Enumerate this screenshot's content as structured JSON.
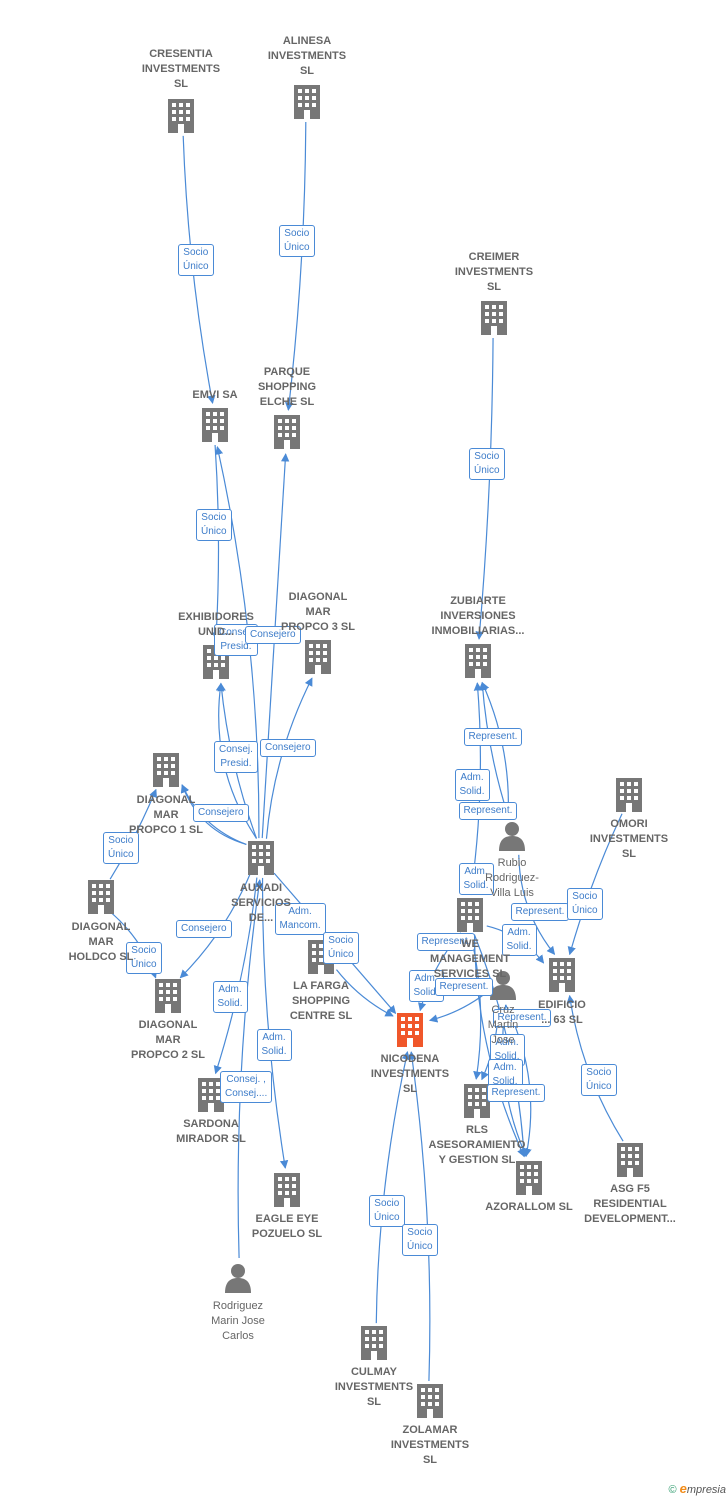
{
  "colors": {
    "edge": "#4a8ad6",
    "company": "#777777",
    "focus": "#f0572a",
    "person": "#777777"
  },
  "nodes": [
    {
      "id": "cresentia",
      "label": "CRESENTIA\nINVESTMENTS\nSL",
      "type": "company"
    },
    {
      "id": "alinesa",
      "label": "ALINESA\nINVESTMENTS\nSL",
      "type": "company"
    },
    {
      "id": "creimer",
      "label": "CREIMER\nINVESTMENTS\nSL",
      "type": "company"
    },
    {
      "id": "emvi",
      "label": "EMVI SA",
      "type": "company"
    },
    {
      "id": "parque",
      "label": "PARQUE\nSHOPPING\nELCHE SL",
      "type": "company"
    },
    {
      "id": "exhibidores",
      "label": "EXHIBIDORES\nUNID...",
      "type": "company"
    },
    {
      "id": "dm3",
      "label": "DIAGONAL\nMAR\nPROPCO 3  SL",
      "type": "company"
    },
    {
      "id": "zubiarte",
      "label": "ZUBIARTE\nINVERSIONES\nINMOBILIARIAS...",
      "type": "company"
    },
    {
      "id": "dm1",
      "label": "DIAGONAL\nMAR\nPROPCO 1  SL",
      "type": "company"
    },
    {
      "id": "auxadi",
      "label": "AUXADI\nSERVICIOS\nDE...",
      "type": "company"
    },
    {
      "id": "omori",
      "label": "OMORI\nINVESTMENTS\nSL",
      "type": "company"
    },
    {
      "id": "rubio",
      "label": "Rubio\nRodriguez-\nVilla Luis",
      "type": "person"
    },
    {
      "id": "dmholdco",
      "label": "DIAGONAL\nMAR\nHOLDCO  SL",
      "type": "company"
    },
    {
      "id": "management",
      "label": "WE\nMANAGEMENT\nSERVICES  SL",
      "type": "company"
    },
    {
      "id": "lafarga",
      "label": "LA FARGA\nSHOPPING\nCENTRE SL",
      "type": "company"
    },
    {
      "id": "person2",
      "label": "Cruz\nMartin\nJose",
      "type": "person"
    },
    {
      "id": "edificio",
      "label": "EDIFICIO\n... 63 SL",
      "type": "company"
    },
    {
      "id": "dm2",
      "label": "DIAGONAL\nMAR\nPROPCO 2  SL",
      "type": "company"
    },
    {
      "id": "nicodena",
      "label": "NICODENA\nINVESTMENTS\nSL",
      "type": "focus"
    },
    {
      "id": "sardona",
      "label": "SARDONA\nMIRADOR SL",
      "type": "company"
    },
    {
      "id": "rls",
      "label": "RLS\nASESORAMIENTO\nY GESTION  SL",
      "type": "company"
    },
    {
      "id": "asg",
      "label": "ASG F5\nRESIDENTIAL\nDEVELOPMENT...",
      "type": "company"
    },
    {
      "id": "azorallom",
      "label": "AZORALLOM SL",
      "type": "company"
    },
    {
      "id": "eagle",
      "label": "EAGLE EYE\nPOZUELO  SL",
      "type": "company"
    },
    {
      "id": "rodriguez",
      "label": "Rodriguez\nMarin Jose\nCarlos",
      "type": "person"
    },
    {
      "id": "culmay",
      "label": "CULMAY\nINVESTMENTS\nSL",
      "type": "company"
    },
    {
      "id": "zolamar",
      "label": "ZOLAMAR\nINVESTMENTS\nSL",
      "type": "company"
    }
  ],
  "edges": [
    {
      "from": "cresentia",
      "to": "emvi",
      "label": "Socio\nÚnico"
    },
    {
      "from": "alinesa",
      "to": "parque",
      "label": "Socio\nÚnico"
    },
    {
      "from": "creimer",
      "to": "zubiarte",
      "label": "Socio\nÚnico"
    },
    {
      "from": "emvi",
      "to": "exhibidores",
      "label": "Socio\nÚnico"
    },
    {
      "from": "auxadi",
      "to": "emvi",
      "label": ""
    },
    {
      "from": "auxadi",
      "to": "parque",
      "label": ""
    },
    {
      "from": "auxadi",
      "to": "exhibidores",
      "label": "Consej.\nPresid."
    },
    {
      "from": "auxadi",
      "to": "exhibidores",
      "label": "Consejero"
    },
    {
      "from": "auxadi",
      "to": "dm3",
      "label": "Consejero"
    },
    {
      "from": "auxadi",
      "to": "dm1",
      "label": "Consej.\nPresid."
    },
    {
      "from": "auxadi",
      "to": "dm1",
      "label": "Consejero"
    },
    {
      "from": "dmholdco",
      "to": "dm1",
      "label": "Socio\nÚnico"
    },
    {
      "from": "auxadi",
      "to": "dm2",
      "label": "Consejero"
    },
    {
      "from": "dmholdco",
      "to": "dm2",
      "label": "Socio\nÚnico"
    },
    {
      "from": "auxadi",
      "to": "nicodena",
      "label": "Adm.\nMancom."
    },
    {
      "from": "lafarga",
      "to": "nicodena",
      "label": "Socio\nÚnico"
    },
    {
      "from": "auxadi",
      "to": "sardona",
      "label": "Adm.\nSolid."
    },
    {
      "from": "rodriguez",
      "to": "auxadi",
      "label": "Consej. ,\nConsej...."
    },
    {
      "from": "auxadi",
      "to": "eagle",
      "label": "Adm.\nSolid."
    },
    {
      "from": "culmay",
      "to": "nicodena",
      "label": "Socio\nÚnico"
    },
    {
      "from": "zolamar",
      "to": "nicodena",
      "label": "Socio\nÚnico"
    },
    {
      "from": "rubio",
      "to": "zubiarte",
      "label": "Represent."
    },
    {
      "from": "management",
      "to": "zubiarte",
      "label": "Adm.\nSolid."
    },
    {
      "from": "rubio",
      "to": "zubiarte",
      "label": "Represent."
    },
    {
      "from": "management",
      "to": "rls",
      "label": "Adm.\nSolid."
    },
    {
      "from": "rubio",
      "to": "edificio",
      "label": "Represent."
    },
    {
      "from": "omori",
      "to": "edificio",
      "label": "Socio\nÚnico"
    },
    {
      "from": "management",
      "to": "edificio",
      "label": "Adm.\nSolid."
    },
    {
      "from": "person2",
      "to": "nicodena",
      "label": "Represent."
    },
    {
      "from": "management",
      "to": "nicodena",
      "label": "Adm.\nSolid."
    },
    {
      "from": "person2",
      "to": "rls",
      "label": "Represent."
    },
    {
      "from": "person2",
      "to": "azorallom",
      "label": "Represent."
    },
    {
      "from": "management",
      "to": "azorallom",
      "label": "Adm.\nSolid."
    },
    {
      "from": "management",
      "to": "azorallom",
      "label": "Adm.\nSolid."
    },
    {
      "from": "person2",
      "to": "azorallom",
      "label": "Represent."
    },
    {
      "from": "asg",
      "to": "edificio",
      "label": "Socio\nÚnico"
    }
  ],
  "footer": {
    "copyright": "©",
    "brand_initial": "e",
    "brand_rest": "mpresia"
  }
}
